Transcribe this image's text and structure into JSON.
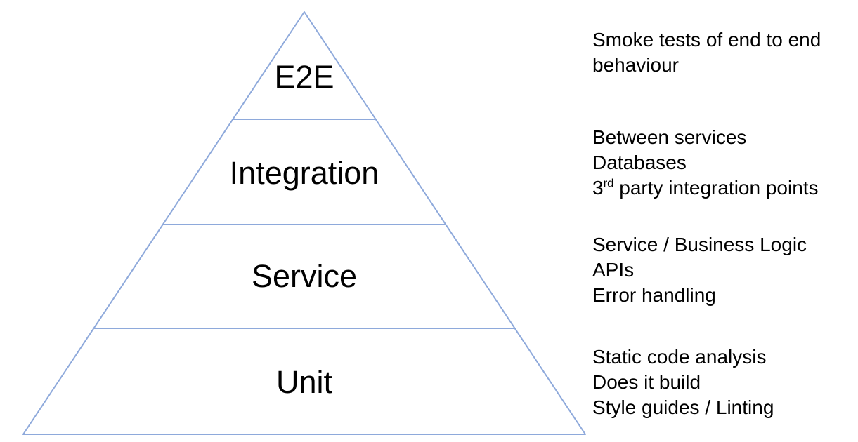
{
  "colors": {
    "stroke": "#8EA9DB",
    "text": "#000000",
    "background": "#FFFFFF"
  },
  "pyramid": {
    "levels": [
      {
        "label": "E2E"
      },
      {
        "label": "Integration"
      },
      {
        "label": "Service"
      },
      {
        "label": "Unit"
      }
    ]
  },
  "annotations": [
    {
      "lines": [
        "Smoke tests of end to end",
        "behaviour"
      ]
    },
    {
      "lines": [
        "Between services",
        "Databases",
        {
          "base": "3",
          "sup": "rd",
          "rest": " party integration points"
        }
      ]
    },
    {
      "lines": [
        "Service / Business Logic",
        "APIs",
        "Error handling"
      ]
    },
    {
      "lines": [
        "Static code analysis",
        "Does it build",
        "Style guides / Linting"
      ]
    }
  ]
}
